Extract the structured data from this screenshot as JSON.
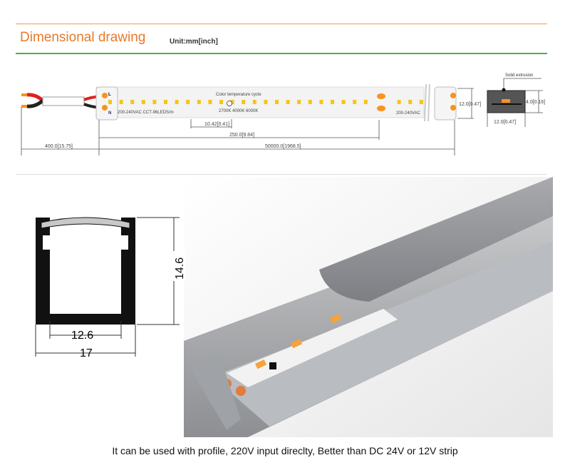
{
  "header": {
    "title": "Dimensional drawing",
    "unit": "Unit:mm[inch]"
  },
  "drawing": {
    "strip_label": "200-240VAC  CCT-96LEDS/m",
    "color_cycle_label": "Color temperature cycle",
    "cct_values": "2700K 4000K 6000K",
    "end_voltage_label": "200-240VAC",
    "terminal_l": "L",
    "terminal_n": "N",
    "dim_led_pitch": "10.42[0.41]",
    "dim_cut_length": "250.0[9.84]",
    "dim_lead_length": "400.0[15.75]",
    "dim_total_length": "50000.0[1968.5]",
    "dim_width": "12.0[0.47]",
    "cross_section_label": "Solid extrusion",
    "dim_section_height": "4.0[0.16]",
    "dim_section_width": "12.0[0.47]"
  },
  "profile": {
    "height": "14.6",
    "inner_width": "12.6",
    "outer_width": "17"
  },
  "caption": "It can be used with profile, 220V input direclty, Better than DC 24V or 12V strip",
  "colors": {
    "accent": "#e8792a",
    "rule": "#4caf50"
  }
}
